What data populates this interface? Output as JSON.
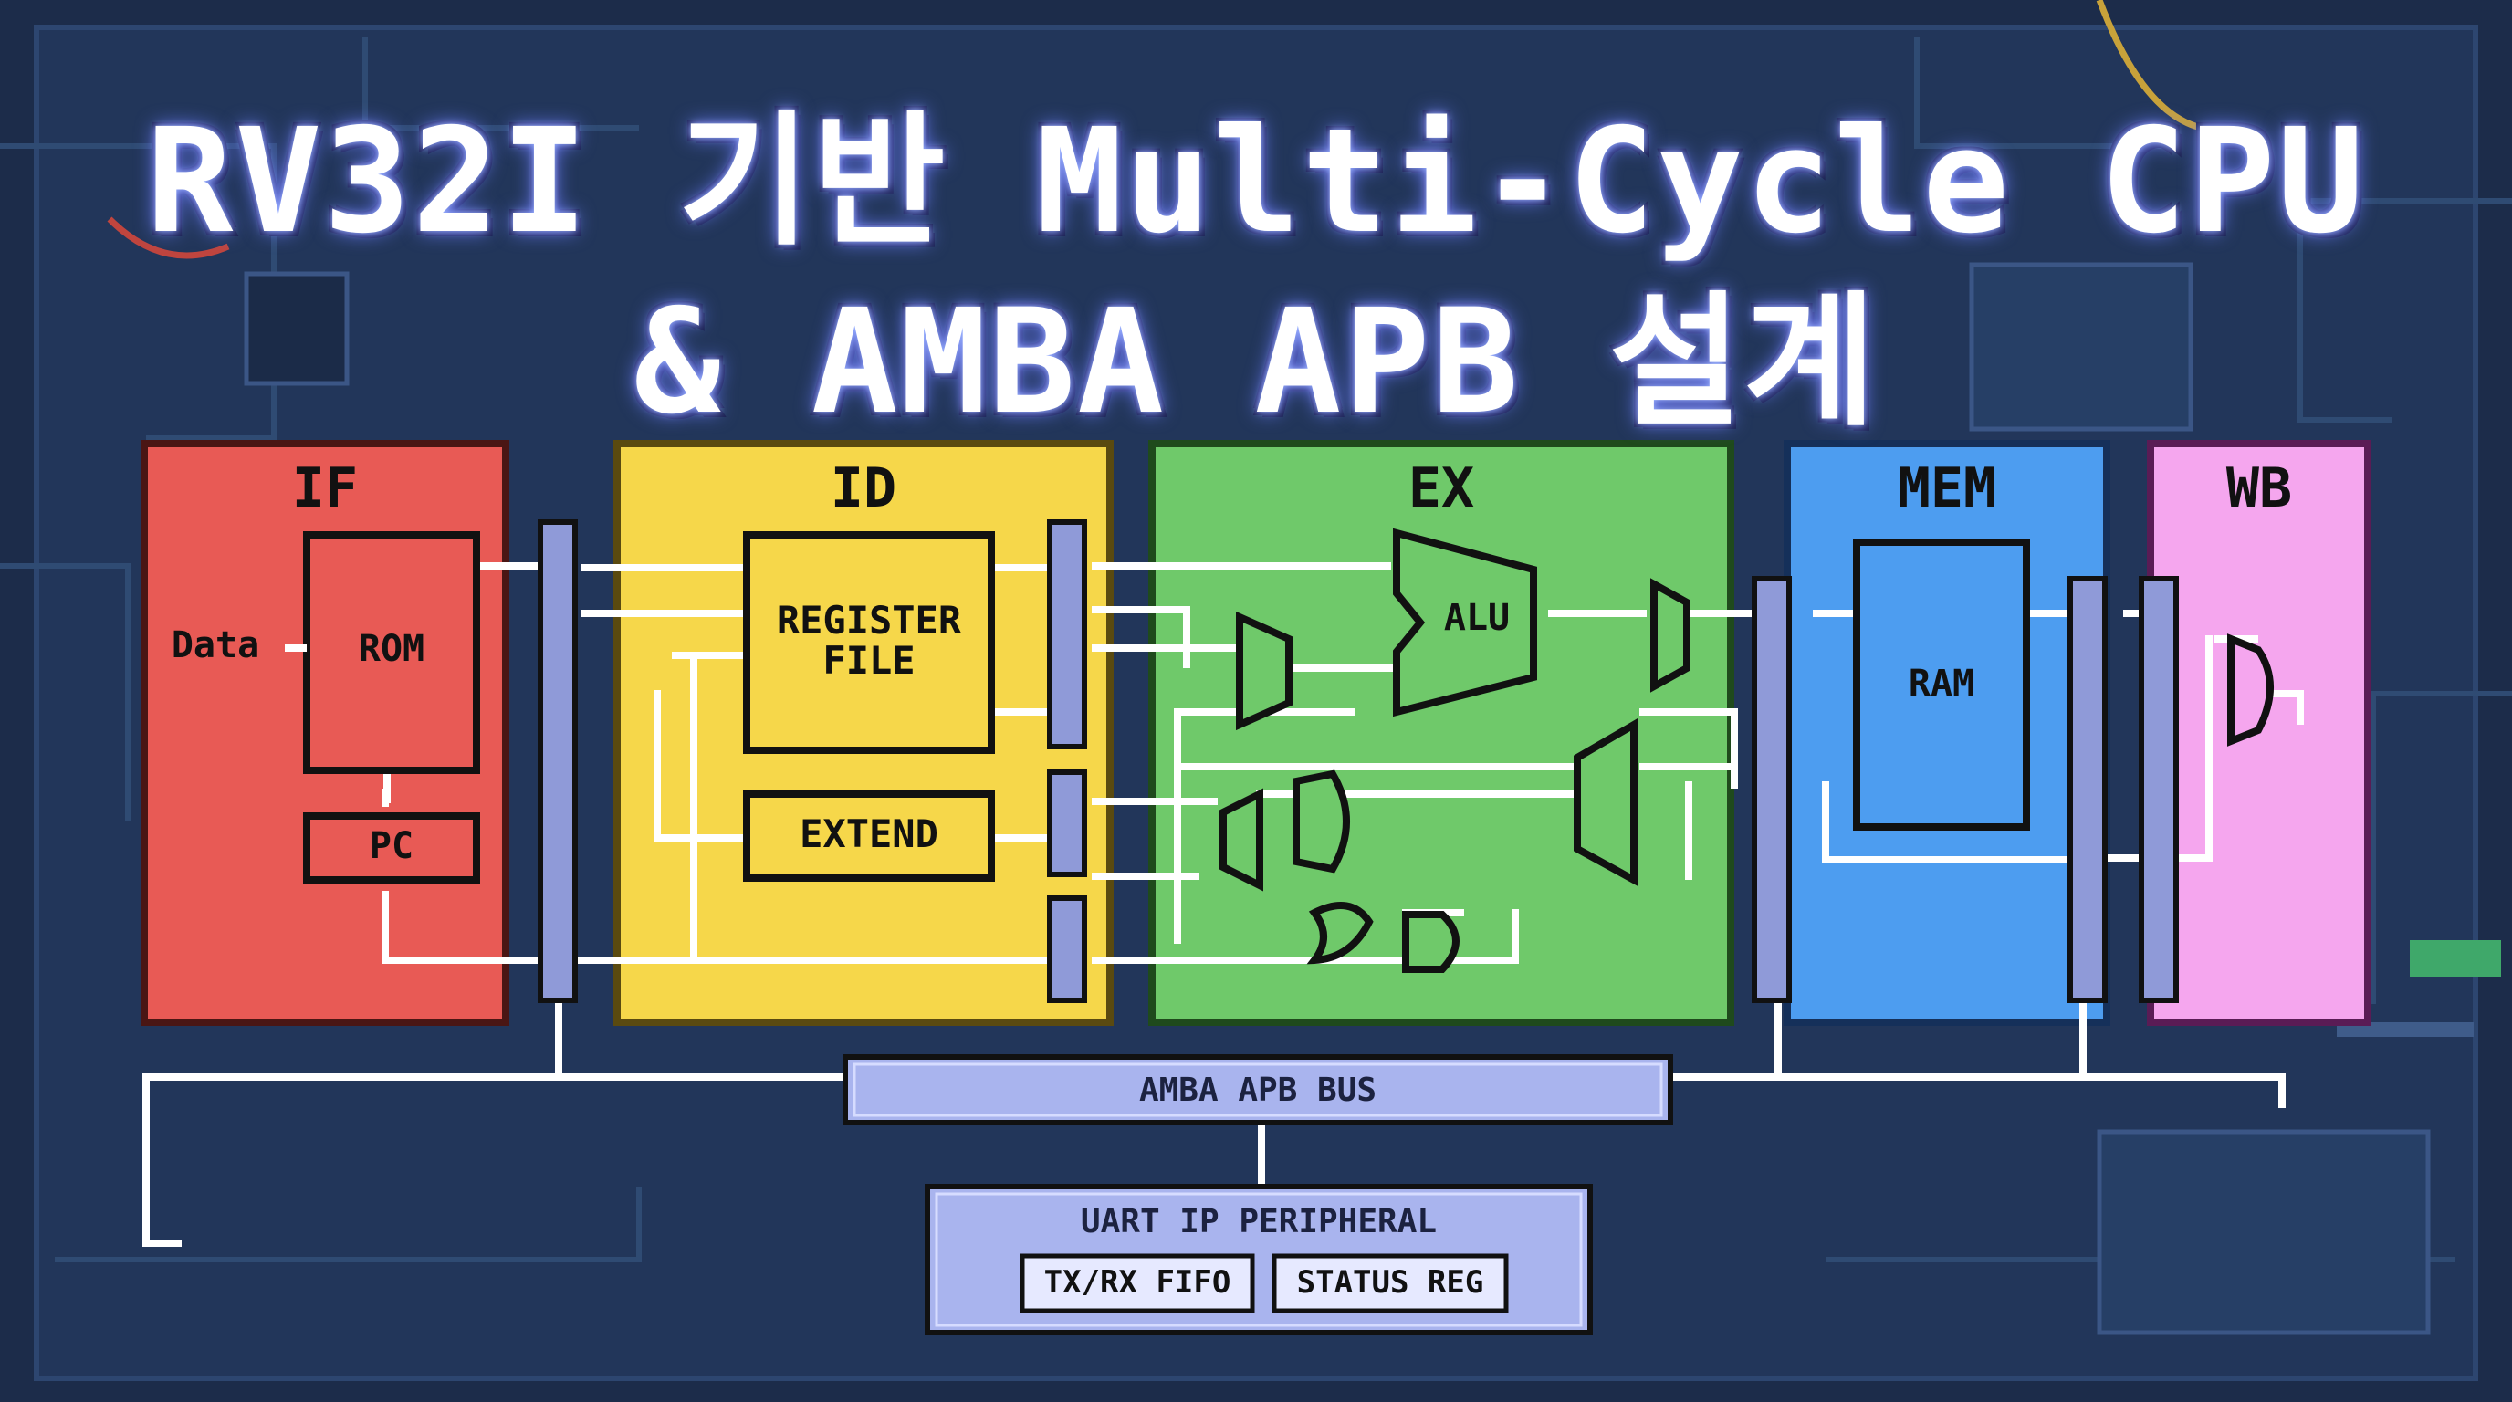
{
  "title": {
    "line1": "RV32I 기반 Multi-Cycle CPU",
    "line2": "& AMBA APB 설계"
  },
  "stages": [
    {
      "id": "if",
      "label": "IF",
      "color": "#e85a55"
    },
    {
      "id": "id",
      "label": "ID",
      "color": "#f6d74a"
    },
    {
      "id": "ex",
      "label": "EX",
      "color": "#6fc96a"
    },
    {
      "id": "mem",
      "label": "MEM",
      "color": "#4d9df0"
    },
    {
      "id": "wb",
      "label": "WB",
      "color": "#f5a6ee"
    }
  ],
  "blocks": {
    "rom": "ROM",
    "pc": "PC",
    "data_input": "Data",
    "register_file": "REGISTER\nFILE",
    "extend": "EXTEND",
    "alu": "ALU",
    "ram": "RAM"
  },
  "bus": {
    "label": "AMBA APB BUS",
    "peripheral_title": "UART IP PERIPHERAL",
    "txrx_fifo": "TX/RX FIFO",
    "status_reg": "STATUS REG"
  },
  "colors": {
    "background": "#1c2c4a",
    "wire": "#ffffff",
    "pipeline_register": "#8f9ad8",
    "bus_fill": "#a9b4ee",
    "outline": "#111111"
  }
}
